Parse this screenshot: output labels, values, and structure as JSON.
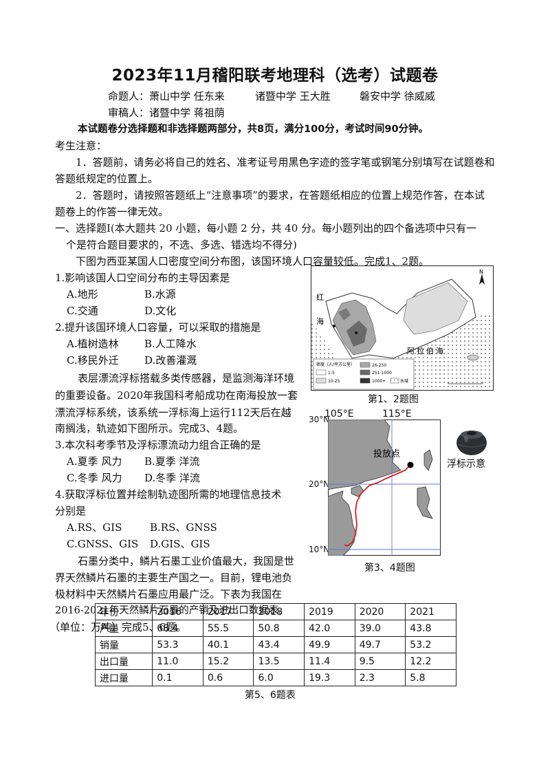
{
  "title": "2023年11月稽阳联考地理科（选考）试题卷",
  "authors": {
    "line1_a": "命题人：萧山中学 任东来",
    "line1_b": "诸暨中学 王大胜",
    "line1_c": "磐安中学 徐威威",
    "line2": "审稿人：诸暨中学 蒋祖荫"
  },
  "intro": "本试题卷分选择题和非选择题两部分，共8页，满分100分，考试时间90分钟。",
  "notice": {
    "heading": "考生注意：",
    "item1_a": "1．答题前，请务必将自己的姓名、准考证号用黑色字迹的签字笔或钢笔分别填写在试题卷和",
    "item1_b": "答题纸规定的位置上。",
    "item2_a": "2．答题时，请按照答题纸上“注意事项”的要求，在答题纸相应的位置上规范作答，在本试",
    "item2_b": "题卷上的作答一律无效。"
  },
  "section1": {
    "line_a": "一、选择题Ⅰ(本大题共 20 小题，每小题 2 分，共 40 分。每小题列出的四个备选项中只有一",
    "line_b": "个是符合题目要求的，不选、多选、错选均不得分)"
  },
  "stem12": "下图为西亚某国人口密度空间分布图，该国环境人口容量较低。完成1、2题。",
  "q1": {
    "q": "1.影响该国人口空间分布的主导因素是",
    "a": "A.地形",
    "b": "B.水源",
    "c": "C.交通",
    "d": "D.文化"
  },
  "q2": {
    "q": "2.提升该国环境人口容量，可以采取的措施是",
    "a": "A.植树造林",
    "b": "B.人工降水",
    "c": "C.移民外迁",
    "d": "D.改善灌溉"
  },
  "stem34": {
    "l1": "表层漂流浮标搭载多类传感器，是监测海洋环境",
    "l2": "的重要设备。2020年我国科考船成功在南海投放一套",
    "l3": "漂流浮标系统，该系统一浮标海上运行112天后在越",
    "l4": "南搁浅，轨迹如下图所示。完成3、4题。"
  },
  "q3": {
    "q": "3.本次科考季节及浮标漂流动力组合正确的是",
    "a": "A.夏季 风力",
    "b": "B.夏季 洋流",
    "c": "C.冬季 风力",
    "d": "D.冬季 洋流"
  },
  "q4": {
    "q1": "4.获取浮标位置并绘制轨迹图所需的地理信息技术",
    "q2": "分别是",
    "a": "A.RS、GIS",
    "b": "B.RS、GNSS",
    "c": "C.GNSS、GIS",
    "d": "D.GIS、GIS"
  },
  "stem56": {
    "l1": "石墨分类中，鳞片石墨工业价值最大，我国是世",
    "l2": "界天然鳞片石墨的主要生产国之一。目前，锂电池负",
    "l3": "极材料中天然鳞片石墨应用最广泛。下表为我国在",
    "l4": "2016-2021年天然鳞片石墨的产销及进出口数据表。",
    "l5": "（单位：万吨）完成5、6题。"
  },
  "map1": {
    "label_red": "红",
    "label_sea": "海",
    "label_arab": "阿拉伯海",
    "north": "N",
    "legend_title": "密度（人/平方公里）",
    "legend": [
      "1-5",
      "10-25",
      "26-250",
      "251-1000",
      "1000+",
      "水域"
    ],
    "caption": "第1、2题图"
  },
  "map2": {
    "lon1": "105°E",
    "lon2": "115°E",
    "lat30": "30°N",
    "lat20": "20°N",
    "lat10": "10°N",
    "release": "投放点",
    "buoy_label": "浮标示意",
    "caption": "第3、4题图"
  },
  "table": {
    "headers": [
      "年份",
      "2016",
      "2017",
      "2018",
      "2019",
      "2020",
      "2021"
    ],
    "rows": [
      [
        "产量",
        "68.4",
        "55.5",
        "50.8",
        "42.0",
        "39.0",
        "43.8"
      ],
      [
        "销量",
        "53.3",
        "40.1",
        "43.4",
        "49.9",
        "49.7",
        "53.2"
      ],
      [
        "出口量",
        "11.0",
        "15.2",
        "13.5",
        "11.4",
        "9.5",
        "12.2"
      ],
      [
        "进口量",
        "0.1",
        "0.6",
        "6.0",
        "19.3",
        "2.3",
        "5.8"
      ]
    ],
    "caption": "第5、6题表"
  }
}
